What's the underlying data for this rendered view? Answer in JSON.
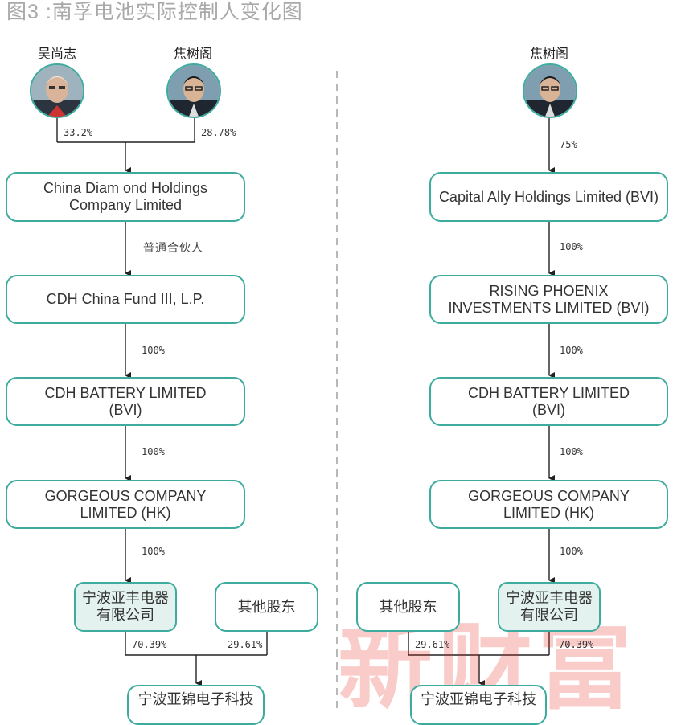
{
  "title": "图3 :南孚电池实际控制人变化图",
  "watermark": "新财富",
  "left": {
    "persons": [
      {
        "name": "吴尚志",
        "icon": "person-photo-icon"
      },
      {
        "name": "焦树阁",
        "icon": "person-photo-icon"
      }
    ],
    "person_pcts": [
      "33.2%",
      "28.78%"
    ],
    "boxes": [
      "China Diam ond Holdings\nCompany Limited",
      "CDH China Fund III, L.P.",
      "CDH BATTERY LIMITED\n(BVI)",
      "GORGEOUS COMPANY\nLIMITED (HK)",
      "宁波亚丰电器\n有限公司",
      "其他股东",
      "宁波亚锦电子科技"
    ],
    "edges": [
      "普通合伙人",
      "100%",
      "100%",
      "100%"
    ],
    "bottom_pcts": [
      "70.39%",
      "29.61%"
    ]
  },
  "right": {
    "persons": [
      {
        "name": "焦树阁",
        "icon": "person-photo-icon"
      }
    ],
    "person_pcts": [
      "75%"
    ],
    "boxes": [
      "Capital Ally Holdings Limited (BVI)",
      "RISING PHOENIX\nINVESTMENTS LIMITED (BVI)",
      "CDH BATTERY LIMITED\n(BVI)",
      "GORGEOUS COMPANY\nLIMITED (HK)",
      "其他股东",
      "宁波亚丰电器\n有限公司",
      "宁波亚锦电子科技"
    ],
    "edges": [
      "100%",
      "100%",
      "100%",
      "100%"
    ],
    "bottom_pcts": [
      "29.61%",
      "70.39%"
    ]
  },
  "colors": {
    "box_border": "#3eab9f",
    "box_fill_green": "#e3f2ee",
    "watermark": "#e6251b"
  }
}
